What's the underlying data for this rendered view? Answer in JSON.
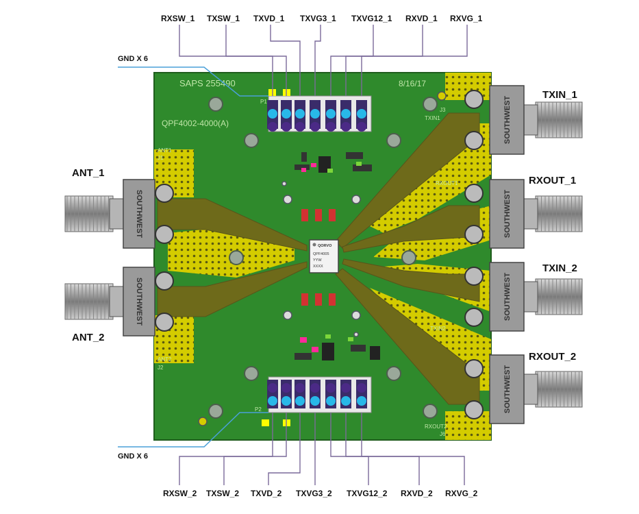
{
  "top_pins": [
    "RXSW_1",
    "TXSW_1",
    "TXVD_1",
    "TXVG3_1",
    "TXVG12_1",
    "RXVD_1",
    "RXVG_1"
  ],
  "bottom_pins": [
    "RXSW_2",
    "TXSW_2",
    "TXVD_2",
    "TXVG3_2",
    "TXVG12_2",
    "RXVD_2",
    "RXVG_2"
  ],
  "ports": {
    "ant1": "ANT_1",
    "ant2": "ANT_2",
    "txin1": "TXIN_1",
    "rxout1": "RXOUT_1",
    "txin2": "TXIN_2",
    "rxout2": "RXOUT_2"
  },
  "gnd_top": "GND X 6",
  "gnd_bottom": "GND X 6",
  "board": {
    "part_number": "SAPS 255490",
    "assembly": "QPF4002-4000(A)",
    "date": "8/16/17",
    "connector_brand": "SOUTHWEST",
    "chip_brand": "QORVO",
    "chip_part": "QPF4005",
    "chip_code": "YYW",
    "chip_lot": "XXXX",
    "ref_ant1": "ANT1",
    "ref_j1": "J1",
    "ref_ant2": "ANT2",
    "ref_j2": "J2",
    "ref_txin1": "TXIN1",
    "ref_j3": "J3",
    "ref_rxout1": "RXOUT1",
    "ref_txin2": "TXIN2",
    "ref_rxout2": "RXOUT2",
    "ref_j6": "J6",
    "ref_p1": "P1",
    "ref_p2": "P2"
  },
  "colors": {
    "pcb_green": "#2f8a2c",
    "gold": "#c8c200",
    "trace": "#6e6a1a",
    "connector": "#9a9a9a",
    "header_purple": "#4b2a86",
    "header_cyan": "#28b8e8",
    "pin_line": "#7a6a9a",
    "gnd_line": "#4aa0d8",
    "marker_yellow": "#ffff00"
  }
}
